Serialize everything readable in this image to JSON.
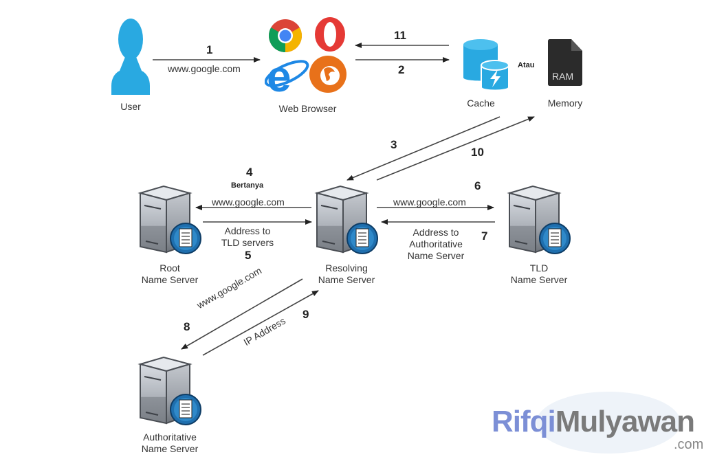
{
  "nodes": {
    "user": {
      "label": "User"
    },
    "browser": {
      "label": "Web Browser"
    },
    "cache": {
      "label": "Cache"
    },
    "memory": {
      "label": "Memory",
      "chip_text": "RAM"
    },
    "or_text": "Atau",
    "root": {
      "label_line1": "Root",
      "label_line2": "Name Server"
    },
    "resolver": {
      "label_line1": "Resolving",
      "label_line2": "Name Server"
    },
    "tld": {
      "label_line1": "TLD",
      "label_line2": "Name Server"
    },
    "auth": {
      "label_line1": "Authoritative",
      "label_line2": "Name Server"
    }
  },
  "steps": {
    "s1": {
      "num": "1",
      "text": "www.google.com"
    },
    "s2": {
      "num": "2"
    },
    "s3": {
      "num": "3"
    },
    "s4": {
      "num": "4",
      "sub": "Bertanya",
      "text": "www.google.com"
    },
    "s5": {
      "num": "5",
      "text_line1": "Address to",
      "text_line2": "TLD servers"
    },
    "s6": {
      "num": "6",
      "text": "www.google.com"
    },
    "s7": {
      "num": "7",
      "text_line1": "Address to",
      "text_line2": "Authoritative",
      "text_line3": "Name Server"
    },
    "s8": {
      "num": "8",
      "text": "www.google.com"
    },
    "s9": {
      "num": "9",
      "text": "IP Address"
    },
    "s10": {
      "num": "10"
    },
    "s11": {
      "num": "11"
    }
  },
  "watermark": {
    "part1": "Rifqi",
    "part2": "Mulyawan",
    "domain": ".com"
  },
  "colors": {
    "user": "#29a9e1",
    "cache": "#29a9e1",
    "ram": "#2b2b2b",
    "server_badge": "#1f6fae",
    "wm_blue": "#7c8fd6",
    "wm_gray": "#7a7a7a"
  }
}
